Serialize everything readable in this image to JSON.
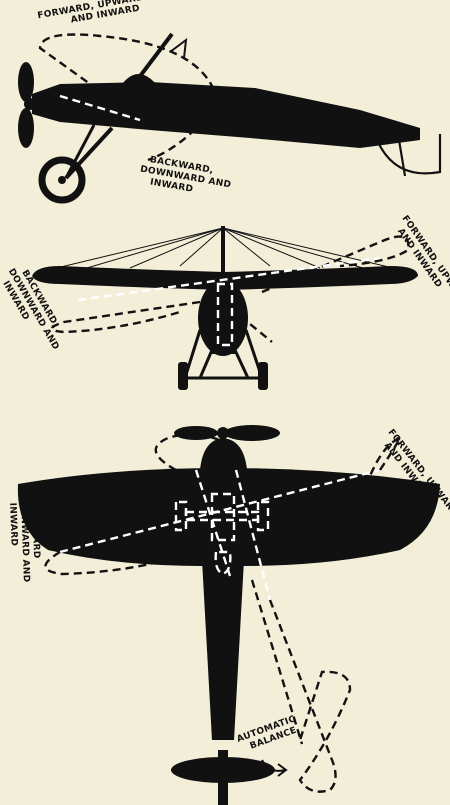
{
  "colors": {
    "background": "#f3eed8",
    "ink": "#111111",
    "dash_on_body": "#ffffff"
  },
  "views": [
    {
      "id": "side",
      "labels": {
        "forward": [
          "FORWARD, UPWARD",
          "AND INWARD"
        ],
        "backward": [
          "BACKWARD,",
          "DOWNWARD AND",
          "INWARD"
        ]
      }
    },
    {
      "id": "front",
      "labels": {
        "forward": [
          "FORWARD, UPWARD",
          "AND INWARD"
        ],
        "backward": [
          "BACKWARD,",
          "DOWNWARD AND",
          "INWARD"
        ]
      }
    },
    {
      "id": "top",
      "labels": {
        "forward": [
          "FORWARD, UPWARD",
          "AND INWARD"
        ],
        "backward": [
          "BACKWARD",
          "DOWNWARD AND",
          "INWARD"
        ],
        "balance": [
          "AUTOMATIC",
          "BALANCE"
        ]
      }
    }
  ]
}
